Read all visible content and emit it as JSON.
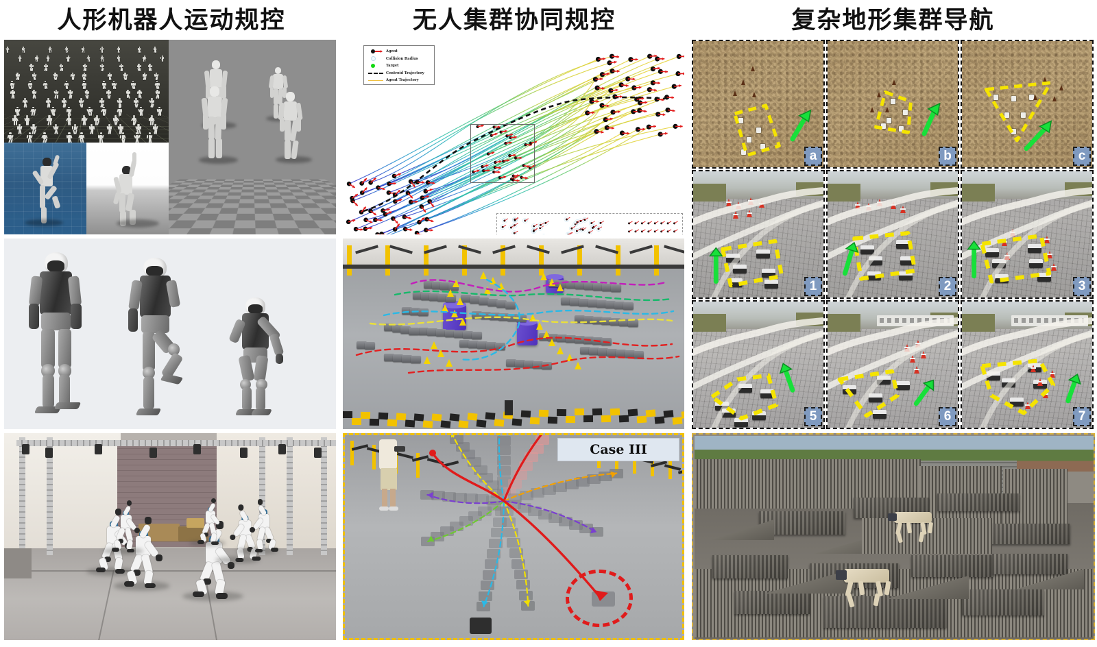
{
  "titles": {
    "col1": "人形机器人运动规控",
    "col2": "无人集群协同规控",
    "col3": "复杂地形集群导航"
  },
  "col1": {
    "panels": {
      "simulation_block": "humanoid-motion-simulation",
      "crowd_sim": "massively-parallel-humanoid-crowd-simulation",
      "blue_sim": "single-humanoid-balance-pose-blue-floor",
      "white_sim": "single-humanoid-raised-arm-pose-grey-floor",
      "checker_sim": "four-humanoids-on-checkerboard-ground",
      "cad_render": "humanoid-robot-cad-motion-sequence",
      "lab_photo": "humanoid-robots-martial-arts-demo-in-lab"
    },
    "cad_poses": [
      "stand",
      "leg-lift",
      "crouch-reach"
    ]
  },
  "col2": {
    "trajectory_plot": {
      "title": "",
      "legend": [
        {
          "key": "agent-marker",
          "label": "Agent"
        },
        {
          "key": "collision-radius-marker",
          "label": "Collision Radius"
        },
        {
          "key": "target-marker",
          "label": "Target"
        },
        {
          "key": "centroid-trajectory-line",
          "label": "Centroid Trajectory"
        },
        {
          "key": "agent-trajectory-line",
          "label": "Agent Trajectory"
        }
      ],
      "inset_stages": [
        "scattered-initial-formation",
        "converging-formation",
        "ordered-grid-formation"
      ]
    },
    "swarm_photo": "ground-robot-swarm-testbed-with-overlaid-trajectories",
    "case_panel": {
      "badge": "Case III",
      "highlight": "red-dashed-circle-highlight"
    }
  },
  "col3": {
    "grid": [
      {
        "label": "a",
        "scene": "sand-terrain-rectangle-formation"
      },
      {
        "label": "b",
        "scene": "sand-terrain-diamond-formation"
      },
      {
        "label": "c",
        "scene": "sand-terrain-triangle-formation"
      },
      {
        "label": "1",
        "scene": "paved-plaza-rectangle-formation"
      },
      {
        "label": "2",
        "scene": "paved-plaza-rotated-rectangle-formation"
      },
      {
        "label": "3",
        "scene": "paved-plaza-wide-rectangle-with-cones"
      },
      {
        "label": "5",
        "scene": "paved-plaza-curved-formation-left-turn"
      },
      {
        "label": "6",
        "scene": "paved-plaza-chevron-formation"
      },
      {
        "label": "7",
        "scene": "paved-plaza-polygon-formation-with-cones"
      }
    ],
    "terrain_photo": "quadruped-robots-on-modular-obstacle-terrain"
  },
  "colors": {
    "accent_yellow": "#f2e000",
    "accent_green": "#22e03a",
    "accent_red": "#e01b1b",
    "label_blue": "#7f9ac0",
    "cone_red": "#d83224",
    "obstacle_purple": "#5a3dc4"
  }
}
